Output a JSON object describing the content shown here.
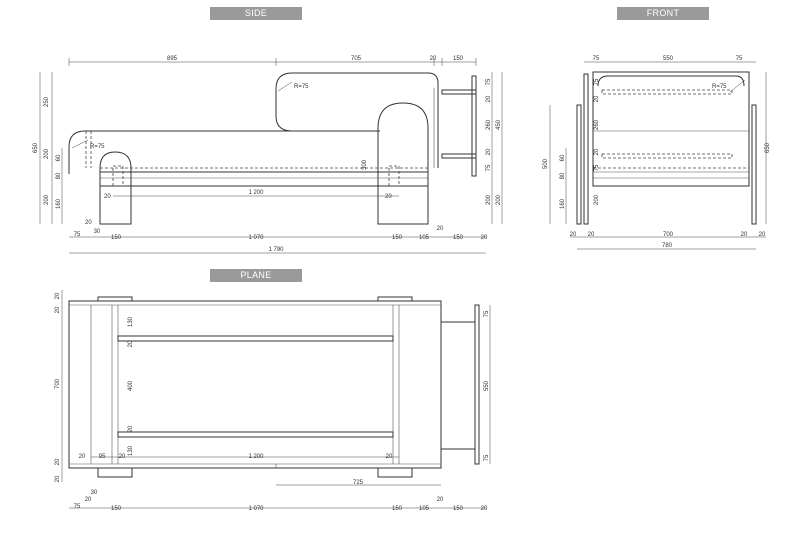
{
  "views": {
    "side": {
      "title": "SIDE"
    },
    "front": {
      "title": "FRONT"
    },
    "plane": {
      "title": "PLANE"
    }
  },
  "side": {
    "dims": {
      "top_895": "895",
      "top_705": "705",
      "top_20": "20",
      "top_150": "150",
      "r75_a": "R=75",
      "r75_b": "R=75",
      "l_650": "650",
      "l_250": "250",
      "l_200": "200",
      "l_60": "60",
      "l_80": "80",
      "l_200b": "200",
      "l_160": "160",
      "r_75": "75",
      "r_20a": "20",
      "r_260": "260",
      "r_450": "450",
      "r_20b": "20",
      "r_75b": "75",
      "r_200": "200",
      "r_200b": "200",
      "mid_1200": "1 200",
      "mid_20a": "20",
      "mid_20b": "20",
      "mid_300": "300",
      "mid_20c": "20",
      "b_75": "75",
      "b_30": "30",
      "b_150": "150",
      "b_1070": "1 070",
      "b_150b": "150",
      "b_105": "105",
      "b_150c": "150",
      "b_20": "20",
      "b_20top": "20",
      "total": "1 790"
    }
  },
  "front": {
    "dims": {
      "t_75a": "75",
      "t_550": "550",
      "t_75b": "75",
      "r75": "R=75",
      "l_500": "500",
      "l_60": "60",
      "l_80": "80",
      "l_160": "160",
      "r_650": "650",
      "in_75": "75",
      "in_20a": "20",
      "in_260": "260",
      "in_20b": "20",
      "in_75b": "75",
      "in_200": "200",
      "b_20a": "20",
      "b_20b": "20",
      "b_700": "700",
      "b_20c": "20",
      "b_20d": "20",
      "total": "780"
    }
  },
  "plane": {
    "dims": {
      "l_20a": "20",
      "l_20b": "20",
      "l_700": "700",
      "l_20c": "20",
      "l_20d": "20",
      "in_130a": "130",
      "in_20a": "20",
      "in_400": "400",
      "in_20b": "20",
      "in_130b": "130",
      "r_75a": "75",
      "r_550": "550",
      "r_75b": "75",
      "m_20a": "20",
      "m_95": "95",
      "m_20b": "20",
      "m_1200": "1 200",
      "m_20c": "20",
      "w_725": "725",
      "b_30": "30",
      "b_20": "20",
      "b_75": "75",
      "b_150": "150",
      "b_1070": "1 070",
      "b_150b": "150",
      "b_105": "105",
      "b_20top": "20",
      "b_150c": "150"
    }
  }
}
